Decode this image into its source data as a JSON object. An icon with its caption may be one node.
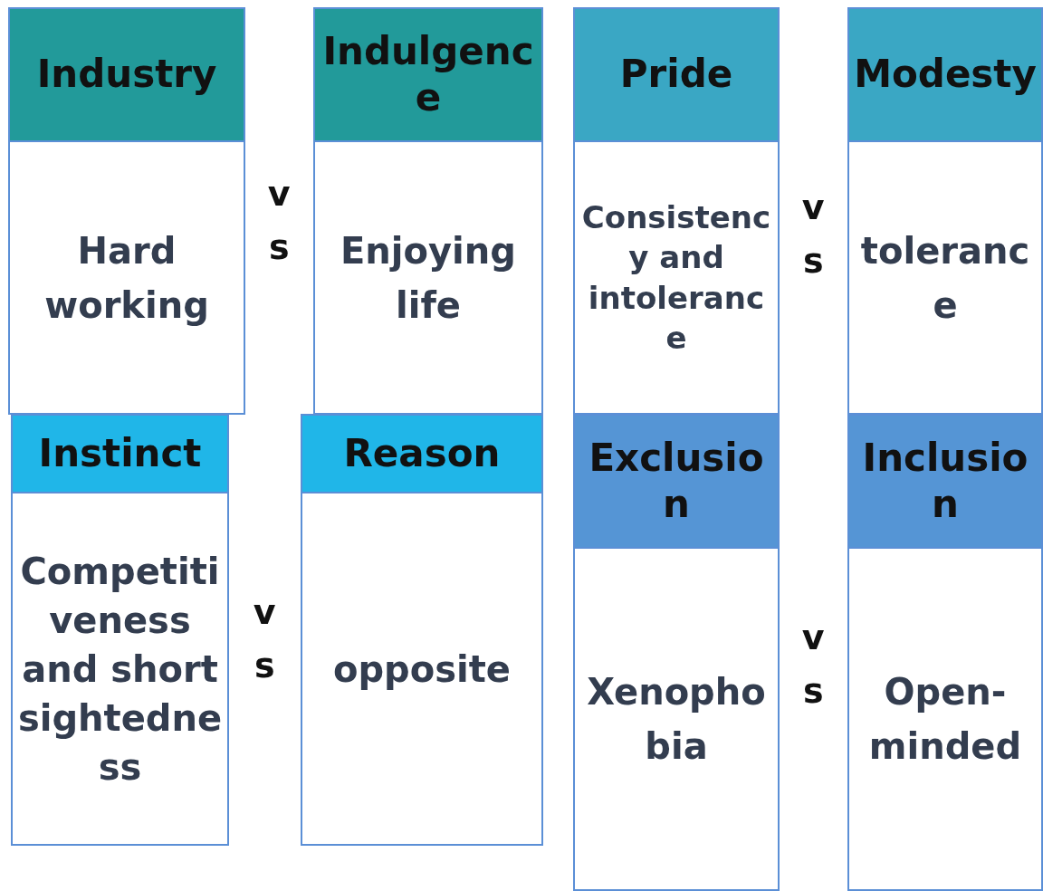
{
  "diagram": {
    "nodes": [
      {
        "text": [
          "Industry",
          "Hard working"
        ]
      },
      {
        "text": [
          "Indulgence",
          "Enjoying life"
        ]
      },
      {
        "text": [
          "Pride",
          "Consistency and intolerance"
        ]
      },
      {
        "text": [
          "Modesty",
          "tolerance"
        ]
      },
      {
        "text": [
          "Instinct",
          "Competitiveness and short sightedness"
        ]
      },
      {
        "text": [
          "Reason",
          "opposite"
        ]
      },
      {
        "text": [
          "Exclusion",
          "Xenophobia"
        ]
      },
      {
        "text": [
          "Inclusion",
          "Open-minded"
        ]
      }
    ],
    "labels": [
      "vs",
      "vs",
      "vs",
      "vs"
    ]
  }
}
